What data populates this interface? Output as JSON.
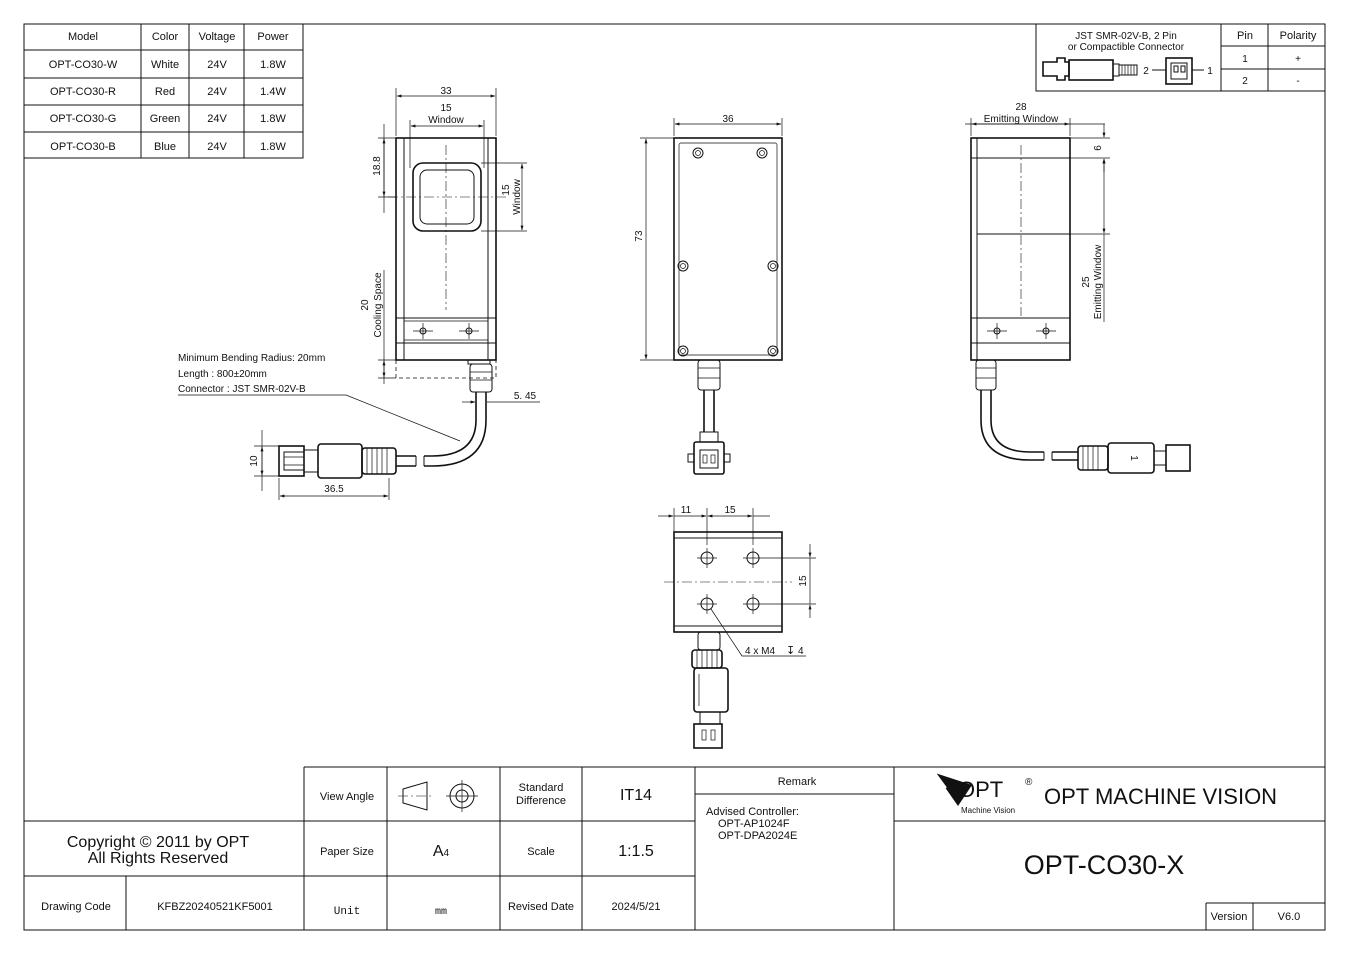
{
  "spec_table": {
    "headers": [
      "Model",
      "Color",
      "Voltage",
      "Power"
    ],
    "rows": [
      [
        "OPT-CO30-W",
        "White",
        "24V",
        "1.8W"
      ],
      [
        "OPT-CO30-R",
        "Red",
        "24V",
        "1.4W"
      ],
      [
        "OPT-CO30-G",
        "Green",
        "24V",
        "1.8W"
      ],
      [
        "OPT-CO30-B",
        "Blue",
        "24V",
        "1.8W"
      ]
    ]
  },
  "connector_table": {
    "title_line1": "JST SMR-02V-B, 2 Pin",
    "title_line2": "or Compactible Connector",
    "pin_label_2": "2",
    "pin_label_1": "1",
    "headers": [
      "Pin",
      "Polarity"
    ],
    "rows": [
      [
        "1",
        "+"
      ],
      [
        "2",
        "-"
      ]
    ]
  },
  "front_view": {
    "dim_width": "33",
    "dim_window_w": "15",
    "window_label": "Window",
    "dim_top": "18.8",
    "dim_window_h": "15",
    "window_label_v": "Window",
    "dim_cooling": "20",
    "cooling_label": "Cooling Space",
    "dim_cable": "5. 45"
  },
  "cable_notes": {
    "line1": "Minimum Bending Radius: 20mm",
    "line2": "Length : 800±20mm",
    "line3": "Connector : JST SMR-02V-B",
    "dim_conn_h": "10",
    "dim_conn_len": "36.5"
  },
  "back_view": {
    "dim_width": "36",
    "dim_height": "73"
  },
  "side_view": {
    "dim_emit_w": "28",
    "emit_label": "Emitting Window",
    "dim_top": "6",
    "dim_emit_h": "25",
    "emit_label_v": "Emitting Window",
    "conn_mark": "1"
  },
  "bottom_view": {
    "dim_a": "11",
    "dim_b": "15",
    "dim_c": "15",
    "hole_note": "4 x M4",
    "depth_symbol": "↧",
    "depth_value": "4"
  },
  "title_block": {
    "copyright_line1": "Copyright © 2011 by OPT",
    "copyright_line2": "All Rights Reserved",
    "drawing_code_label": "Drawing Code",
    "drawing_code": "KFBZ20240521KF5001",
    "view_angle_label": "View Angle",
    "standard_label_1": "Standard",
    "standard_label_2": "Difference",
    "standard_value": "IT14",
    "paper_size_label": "Paper Size",
    "paper_size_value_main": "A",
    "paper_size_value_sub": "4",
    "scale_label": "Scale",
    "scale_value": "1:1.5",
    "unit_label": "Unit",
    "unit_value": "mm",
    "revised_label": "Revised Date",
    "revised_value": "2024/5/21",
    "remark_label": "Remark",
    "remark_line1": "Advised Controller:",
    "remark_line2": "OPT-AP1024F",
    "remark_line3": "OPT-DPA2024E",
    "logo_text": "OPT",
    "logo_reg": "®",
    "logo_sub": "Machine Vision",
    "company": "OPT MACHINE VISION",
    "product": "OPT-CO30-X",
    "version_label": "Version",
    "version_value": "V6.0"
  }
}
